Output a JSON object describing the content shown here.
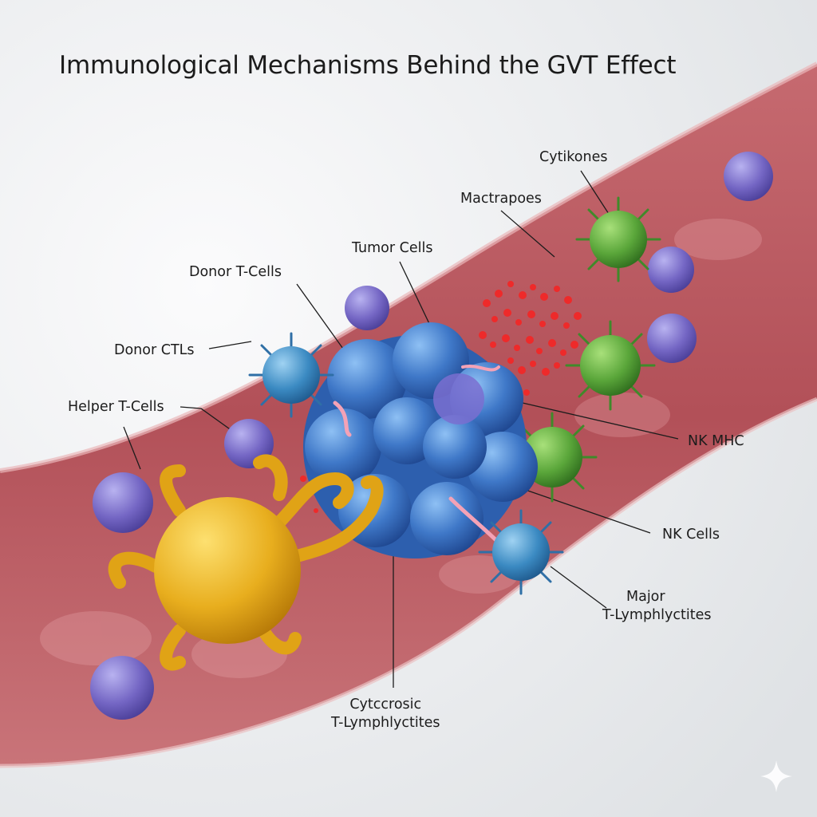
{
  "title": "Immunological Mechanisms Behind the GVT Effect",
  "labels": {
    "cytikones": "Cytikones",
    "mactrapoes": "Mactrapoes",
    "tumor_cells": "Tumor Cells",
    "donor_t_cells": "Donor T-Cells",
    "donor_ctls": "Donor CTLs",
    "helper_t_cells": "Helper T-Cells",
    "nk_mhc": "NK MHC",
    "nk_cells": "NK Cells",
    "major_line1": "Major",
    "major_line2": "T-Lymphlyctites",
    "cytccrosic_line1": "Cytccrosic",
    "cytccrosic_line2": "T-Lymphlyctites"
  },
  "colors": {
    "vessel": "#b4525a",
    "tumor": "#3f78c8",
    "yellow_cell": "#e8ae1e",
    "green_cell": "#5aa63a",
    "purple_cell": "#7466c4",
    "cytokine_dots": "#ee2a2a"
  },
  "icons": {
    "corner": "sparkle-icon"
  }
}
